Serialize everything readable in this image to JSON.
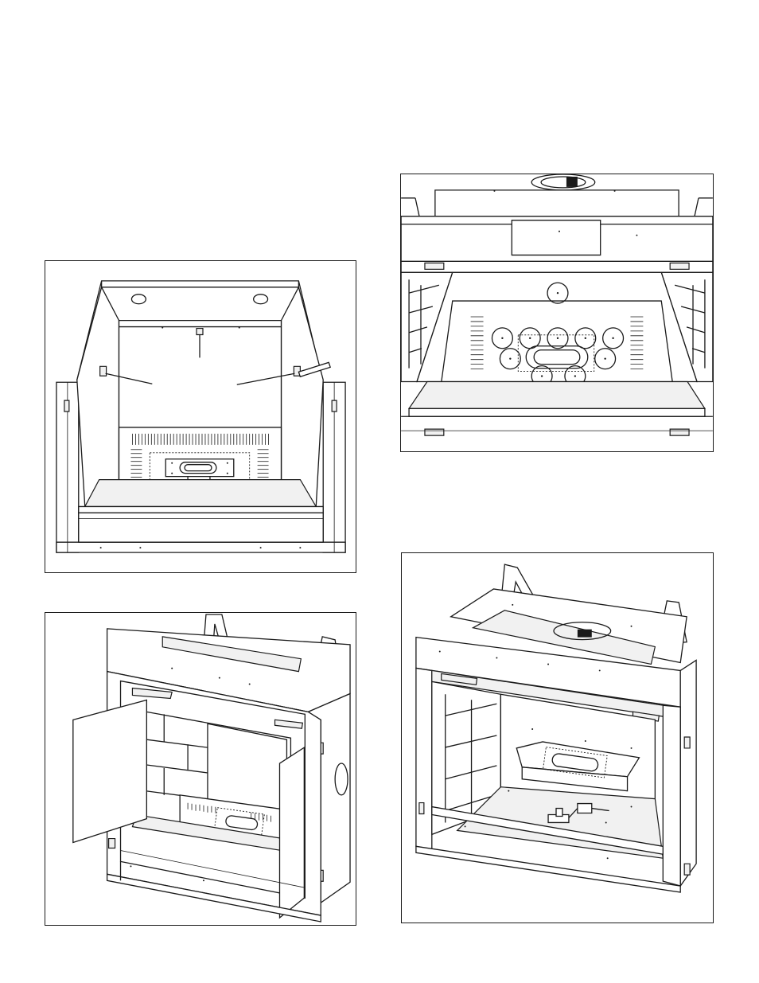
{
  "figures": [
    {
      "id": "fig-top-left-firebox-front"
    },
    {
      "id": "fig-top-right-firebox-marked-screws"
    },
    {
      "id": "fig-bottom-left-doors-open"
    },
    {
      "id": "fig-bottom-right-burner-removed"
    }
  ],
  "rating_plate_label_tr": "",
  "rating_plate_label_bl": "",
  "rating_plate_label_br": ""
}
